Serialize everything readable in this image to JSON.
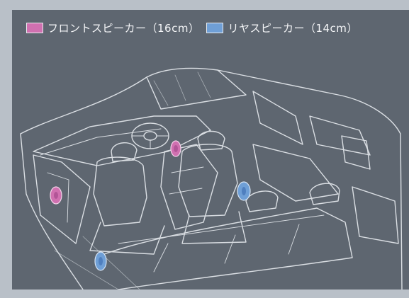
{
  "legend": {
    "front_label": "フロントスピーカー（16cm）",
    "rear_label": "リヤスピーカー（14cm）",
    "front_color": "#d070b0",
    "rear_color": "#6f9fd6"
  },
  "icons": {
    "front_swatch": "pink-square",
    "rear_swatch": "blue-square",
    "speaker_marker": "speaker-cone"
  }
}
